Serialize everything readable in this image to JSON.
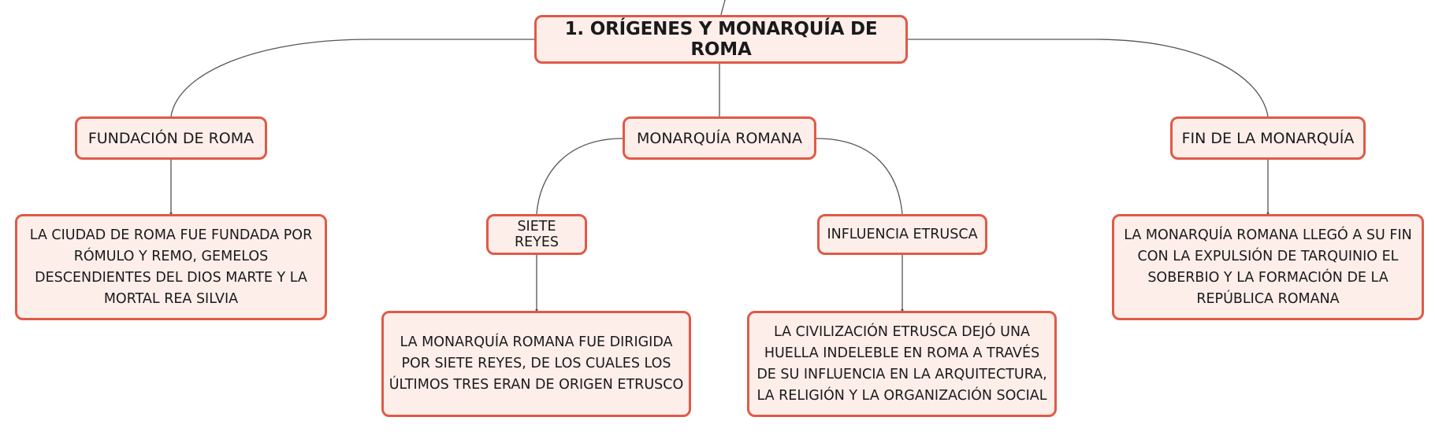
{
  "diagram": {
    "root": {
      "label": "1. ORÍGENES Y MONARQUÍA DE ROMA"
    },
    "topics": {
      "fundacion": {
        "label": "FUNDACIÓN DE ROMA"
      },
      "monarquia": {
        "label": "MONARQUÍA ROMANA"
      },
      "fin": {
        "label": "FIN DE LA MONARQUÍA"
      }
    },
    "subtopics": {
      "siete_reyes": {
        "label": "SIETE REYES"
      },
      "influencia_etrusca": {
        "label": "INFLUENCIA ETRUSCA"
      }
    },
    "details": {
      "fundacion": "LA CIUDAD DE ROMA FUE FUNDADA POR RÓMULO Y REMO, GEMELOS DESCENDIENTES DEL DIOS MARTE Y LA MORTAL REA SILVIA",
      "siete_reyes": "LA MONARQUÍA ROMANA FUE DIRIGIDA POR SIETE REYES, DE LOS CUALES LOS ÚLTIMOS TRES ERAN DE ORIGEN ETRUSCO",
      "influencia_etrusca": "LA CIVILIZACIÓN ETRUSCA DEJÓ UNA HUELLA INDELEBLE EN ROMA A TRAVÉS DE SU INFLUENCIA EN LA ARQUITECTURA, LA RELIGIÓN Y LA ORGANIZACIÓN SOCIAL",
      "fin": "LA MONARQUÍA ROMANA LLEGÓ A SU FIN CON LA EXPULSIÓN DE TARQUINIO EL SOBERBIO Y LA FORMACIÓN DE LA REPÚBLICA ROMANA"
    },
    "colors": {
      "node_fill": "#fdeeea",
      "node_border": "#e05a47",
      "connector": "#555555",
      "text": "#1a1a1a"
    }
  }
}
